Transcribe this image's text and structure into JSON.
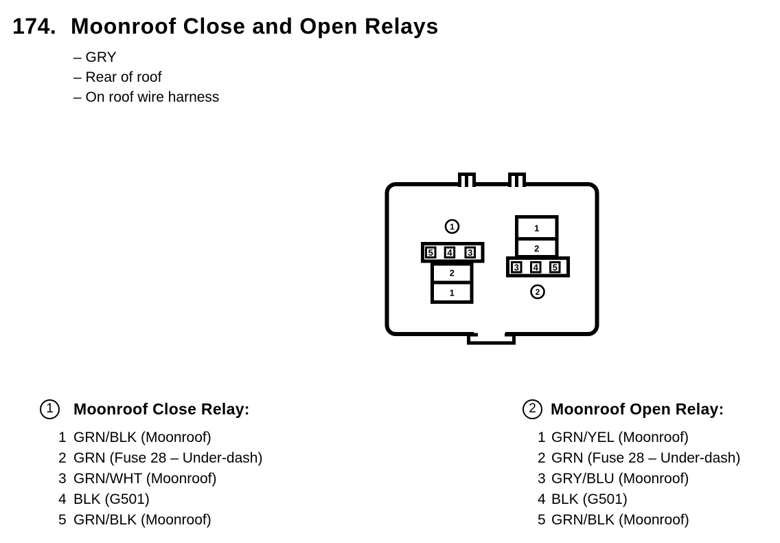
{
  "page": {
    "number": "174.",
    "title": "Moonroof Close and Open Relays",
    "bullets": [
      "– GRY",
      "– Rear of roof",
      "– On roof wire harness"
    ]
  },
  "diagram": {
    "connector1": {
      "badge": "1",
      "row_pins": [
        "5",
        "4",
        "3"
      ],
      "col_pins": [
        "2",
        "1"
      ]
    },
    "connector2": {
      "badge": "2",
      "col_pins": [
        "1",
        "2"
      ],
      "row_pins": [
        "3",
        "4",
        "5"
      ]
    }
  },
  "legends": [
    {
      "ref": "1",
      "title": "Moonroof Close Relay:",
      "pins": [
        {
          "num": "1",
          "desc": "GRN/BLK (Moonroof)"
        },
        {
          "num": "2",
          "desc": "GRN (Fuse 28 – Under-dash)"
        },
        {
          "num": "3",
          "desc": "GRN/WHT (Moonroof)"
        },
        {
          "num": "4",
          "desc": "BLK (G501)"
        },
        {
          "num": "5",
          "desc": "GRN/BLK (Moonroof)"
        }
      ]
    },
    {
      "ref": "2",
      "title": "Moonroof Open Relay:",
      "pins": [
        {
          "num": "1",
          "desc": "GRN/YEL (Moonroof)"
        },
        {
          "num": "2",
          "desc": "GRN (Fuse 28 – Under-dash)"
        },
        {
          "num": "3",
          "desc": "GRY/BLU (Moonroof)"
        },
        {
          "num": "4",
          "desc": "BLK (G501)"
        },
        {
          "num": "5",
          "desc": "GRN/BLK (Moonroof)"
        }
      ]
    }
  ],
  "colors": {
    "ink": "#000000",
    "paper": "#ffffff"
  }
}
